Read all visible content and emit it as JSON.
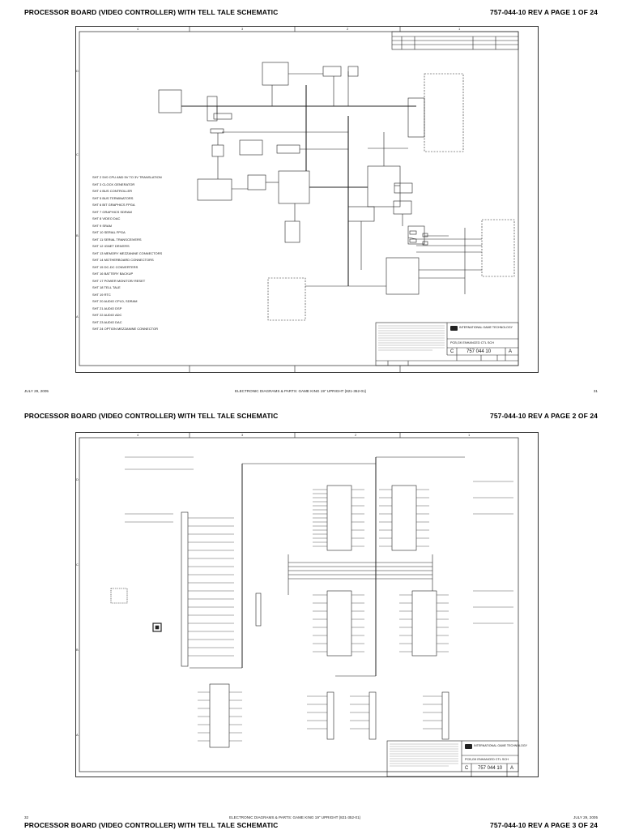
{
  "pages": [
    {
      "title": "PROCESSOR BOARD (VIDEO CONTROLLER) WITH TELL TALE SCHEMATIC",
      "part_rev_page": "757-044-10     REV A     PAGE 1 OF 24",
      "footer_left": "JULY 29, 2005",
      "footer_center": "ELECTRONIC DIAGRAMS & PARTS: GAME KING 19\" UPRIGHT (821-352-01)",
      "footer_right": "31",
      "sheet_list": [
        "SHT 2  5V0 CPU AND 5V TO 3V TRANSLATION",
        "SHT 3  CLOCK GENERATOR",
        "SHT 4  BUS CONTROLLER",
        "SHT 5  BUS TERMINATORS",
        "SHT 6  BIT GRAPHICS FPGA",
        "SHT 7  GRAPHICS SDRAM",
        "SHT 8  VIDEO DAC",
        "SHT 9  SRAM",
        "SHT 10  SERIAL FPGA",
        "SHT 11  SERIAL TRANSCEIVERS",
        "SHT 12  IGNET DRIVERS",
        "SHT 13  MEMORY MEZZANINE CONNECTORS",
        "SHT 14  MOTHERBOARD CONNECTORS",
        "SHT 15  DC-DC CONVERTERS",
        "SHT 16  BATTERY BACKUP",
        "SHT 17  POWER MONITOR/ RESET",
        "SHT 18  TELL TALE",
        "SHT 19  RTC",
        "SHT 20  AUDIO CPLD, SDRAM",
        "SHT 21  AUDIO DSP",
        "SHT 22  AUDIO ADC",
        "SHT 23  AUDIO DAC",
        "SHT 24  OPTION MEZZANINE CONNECTOR"
      ],
      "title_block": {
        "company": "INTERNATIONAL GAME TECHNOLOGY",
        "drawing_title": "PCB,GK ENHANCED CTL  SCH",
        "size": "C",
        "dwg_no": "757 044 10",
        "rev": "A"
      }
    },
    {
      "title": "PROCESSOR BOARD (VIDEO CONTROLLER) WITH TELL TALE SCHEMATIC",
      "part_rev_page": "757-044-10     REV A     PAGE 2 OF 24",
      "footer_left": "32",
      "footer_center": "ELECTRONIC DIAGRAMS & PARTS: GAME KING 19\" UPRIGHT (821-352-01)",
      "footer_right": "JULY 29, 2005",
      "title_block": {
        "company": "INTERNATIONAL GAME TECHNOLOGY",
        "drawing_title": "PCB,GK ENHANCED CTL  SCH",
        "size": "C",
        "dwg_no": "757 044 10",
        "rev": "A"
      }
    },
    {
      "title": "PROCESSOR BOARD (VIDEO CONTROLLER) WITH TELL TALE SCHEMATIC",
      "part_rev_page": "757-044-10     REV A     PAGE 3 OF 24"
    }
  ],
  "zones": {
    "cols": [
      "4",
      "3",
      "2",
      "1"
    ],
    "rows": [
      "D",
      "C",
      "B",
      "A"
    ]
  }
}
